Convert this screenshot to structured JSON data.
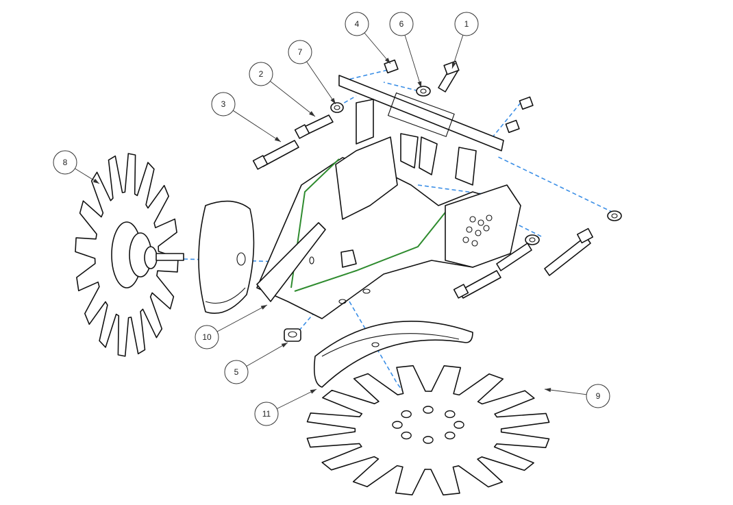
{
  "diagram": {
    "type": "exploded-parts-assembly",
    "callouts": [
      {
        "label": "1"
      },
      {
        "label": "2"
      },
      {
        "label": "3"
      },
      {
        "label": "4"
      },
      {
        "label": "5"
      },
      {
        "label": "6"
      },
      {
        "label": "7"
      },
      {
        "label": "8"
      },
      {
        "label": "9"
      },
      {
        "label": "10"
      },
      {
        "label": "11"
      }
    ],
    "colors": {
      "assembly_line": "#3a8ee6",
      "edge_highlight": "#2e8b2e",
      "outline": "#111111"
    }
  }
}
